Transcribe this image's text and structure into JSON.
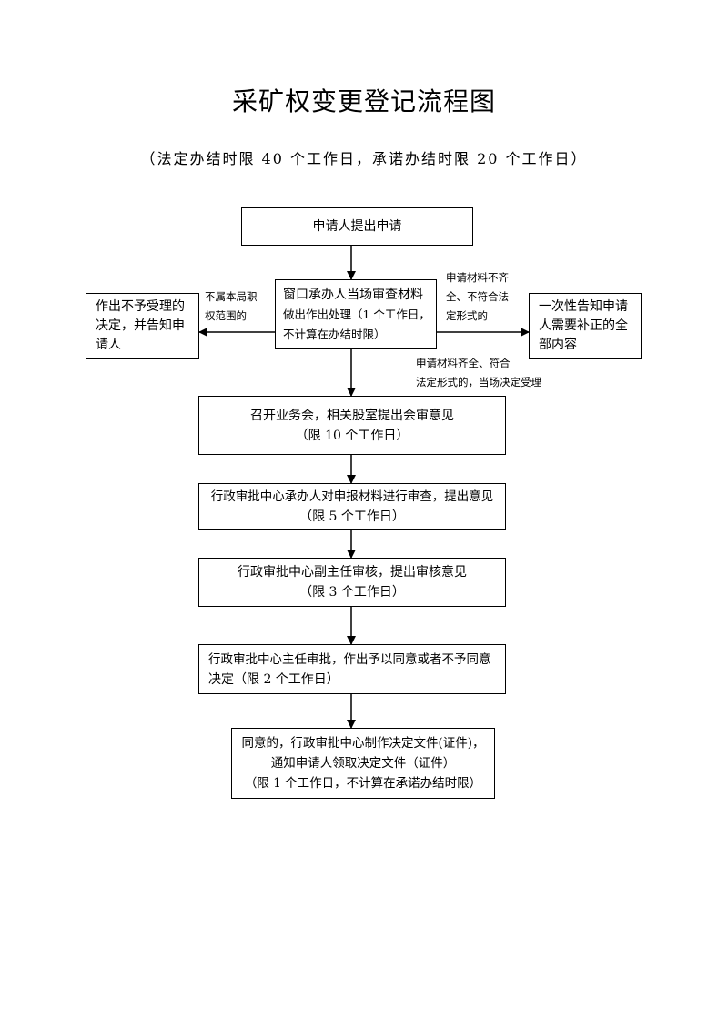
{
  "title": "采矿权变更登记流程图",
  "subtitle": "（法定办结时限 40 个工作日，承诺办结时限 20 个工作日）",
  "steps": {
    "apply": [
      "申请人提出申请"
    ],
    "window_review": [
      "窗口承办人当场审查材料",
      "做出作出处理（1 个工作日，",
      "不计算在办结时限）"
    ],
    "meeting": [
      "召开业务会，相关股室提出会审意见",
      "（限 10 个工作日）"
    ],
    "officer_review": [
      "行政审批中心承办人对申报材料进行审查，提出意见",
      "（限 5 个工作日）"
    ],
    "deputy_review": [
      "行政审批中心副主任审核，提出审核意见",
      "（限 3 个工作日）"
    ],
    "director_approval": [
      "行政审批中心主任审批，作出予以同意或者不予同意",
      "决定（限 2 个工作日）"
    ],
    "issue": [
      "同意的，行政审批中心制作决定文件(证件)，",
      "通知申请人领取决定文件（证件）",
      "（限 1 个工作日，不计算在承诺办结时限）"
    ]
  },
  "side_boxes": {
    "reject": [
      "作出不予受理的",
      "决定，并告知申",
      "请人"
    ],
    "supplement": [
      "一次性告知申请",
      "人需要补正的全",
      "部内容"
    ]
  },
  "branch_labels": {
    "out_of_scope": [
      "不属本局职",
      "权范围的"
    ],
    "incomplete": [
      "申请材料不齐",
      "全、不符合法",
      "定形式的"
    ],
    "complete": [
      "申请材料齐全、符合",
      "法定形式的，当场决定受理"
    ]
  }
}
